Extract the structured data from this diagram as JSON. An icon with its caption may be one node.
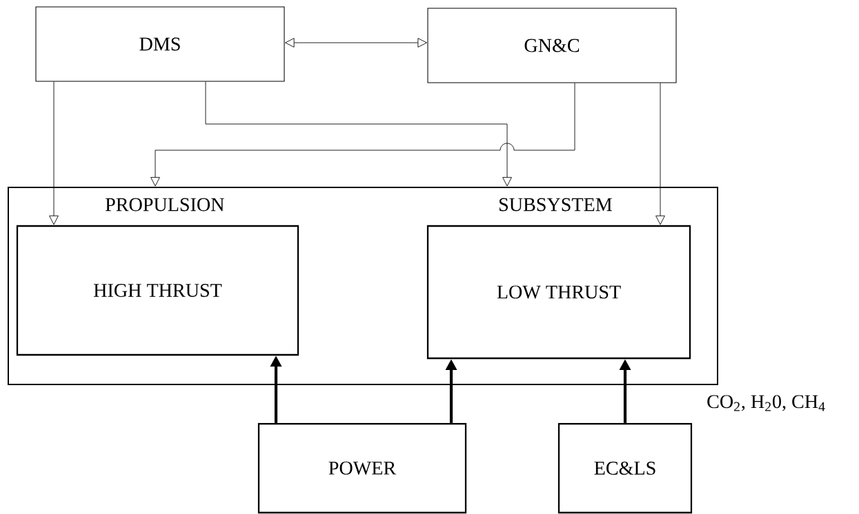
{
  "diagram": {
    "nodes": [
      {
        "text": [
          "DMS"
        ]
      },
      {
        "text": [
          "GN&C"
        ]
      },
      {
        "text": [
          "PROPULSION",
          "SUBSYSTEM"
        ]
      },
      {
        "text": [
          "HIGH THRUST"
        ],
        "in": 2
      },
      {
        "text": [
          "LOW THRUST"
        ],
        "in": 2
      },
      {
        "text": [
          "POWER"
        ]
      },
      {
        "text": [
          "EC&LS"
        ]
      }
    ],
    "edges": [
      {
        "from": 0,
        "to": 1,
        "arrow": "both"
      },
      {
        "from": 0,
        "to": 3,
        "arrow": "to"
      },
      {
        "from": 0,
        "to": 2,
        "arrow": "to"
      },
      {
        "from": 1,
        "to": 2,
        "arrow": "to"
      },
      {
        "from": 1,
        "to": 4,
        "arrow": "to"
      },
      {
        "from": 5,
        "to": 3,
        "arrow": "to",
        "style": "thick"
      },
      {
        "from": 5,
        "to": 4,
        "arrow": "to",
        "style": "thick"
      },
      {
        "from": 6,
        "to": 4,
        "arrow": "to",
        "style": "thick"
      }
    ],
    "labels": [
      "CO$_{2}$, H$_{2}$0, CH$_{4}$"
    ]
  }
}
